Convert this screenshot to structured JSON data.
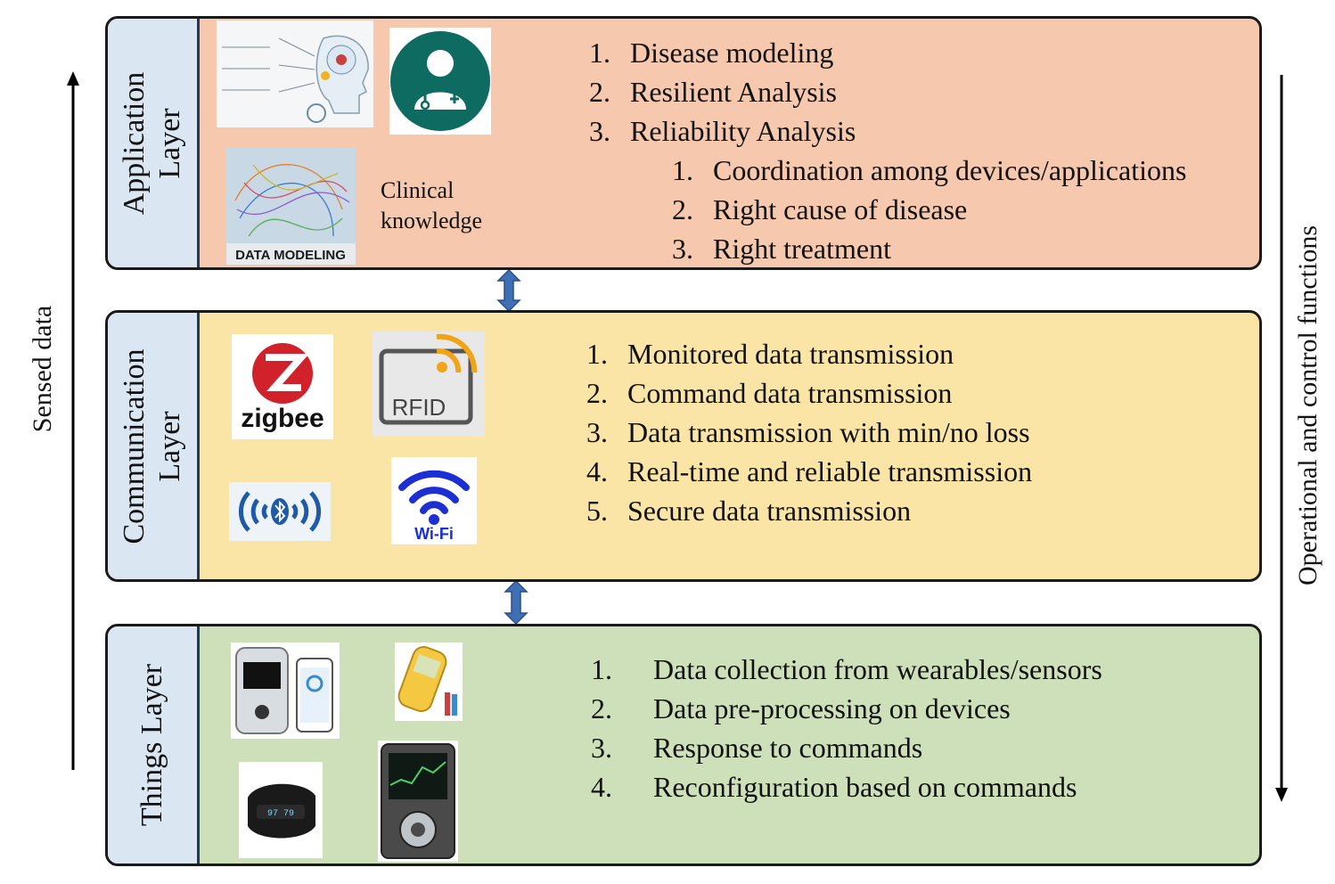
{
  "left_axis_label": "Sensed data",
  "right_axis_label": "Operational and control  functions",
  "application": {
    "title_line1": "Application",
    "title_line2": "Layer",
    "clinical_line1": "Clinical",
    "clinical_line2": "knowledge",
    "data_modeling_caption": "DATA MODELING",
    "items": [
      {
        "num": "1.",
        "text": "Disease modeling"
      },
      {
        "num": "2.",
        "text": "Resilient Analysis"
      },
      {
        "num": "3.",
        "text": "Reliability Analysis"
      }
    ],
    "subitems": [
      {
        "num": "1.",
        "text": "Coordination among devices/applications"
      },
      {
        "num": "2.",
        "text": "Right cause of disease"
      },
      {
        "num": "3.",
        "text": "Right treatment"
      }
    ]
  },
  "communication": {
    "title_line1": "Communication",
    "title_line2": "Layer",
    "zigbee_label": "zigbee",
    "rfid_label": "RFID",
    "wifi_label": "Wi-Fi",
    "items": [
      {
        "num": "1.",
        "text": "Monitored data transmission"
      },
      {
        "num": "2.",
        "text": "Command data transmission"
      },
      {
        "num": "3.",
        "text": "Data transmission with min/no loss"
      },
      {
        "num": "4.",
        "text": "Real-time and reliable transmission"
      },
      {
        "num": "5.",
        "text": "Secure data transmission"
      }
    ]
  },
  "things": {
    "title": "Things Layer",
    "items": [
      {
        "num": "1.",
        "text": "Data collection from wearables/sensors"
      },
      {
        "num": "2.",
        "text": "Data pre-processing on devices"
      },
      {
        "num": "3.",
        "text": "Response to commands"
      },
      {
        "num": "4.",
        "text": "Reconfiguration based on commands"
      }
    ]
  }
}
